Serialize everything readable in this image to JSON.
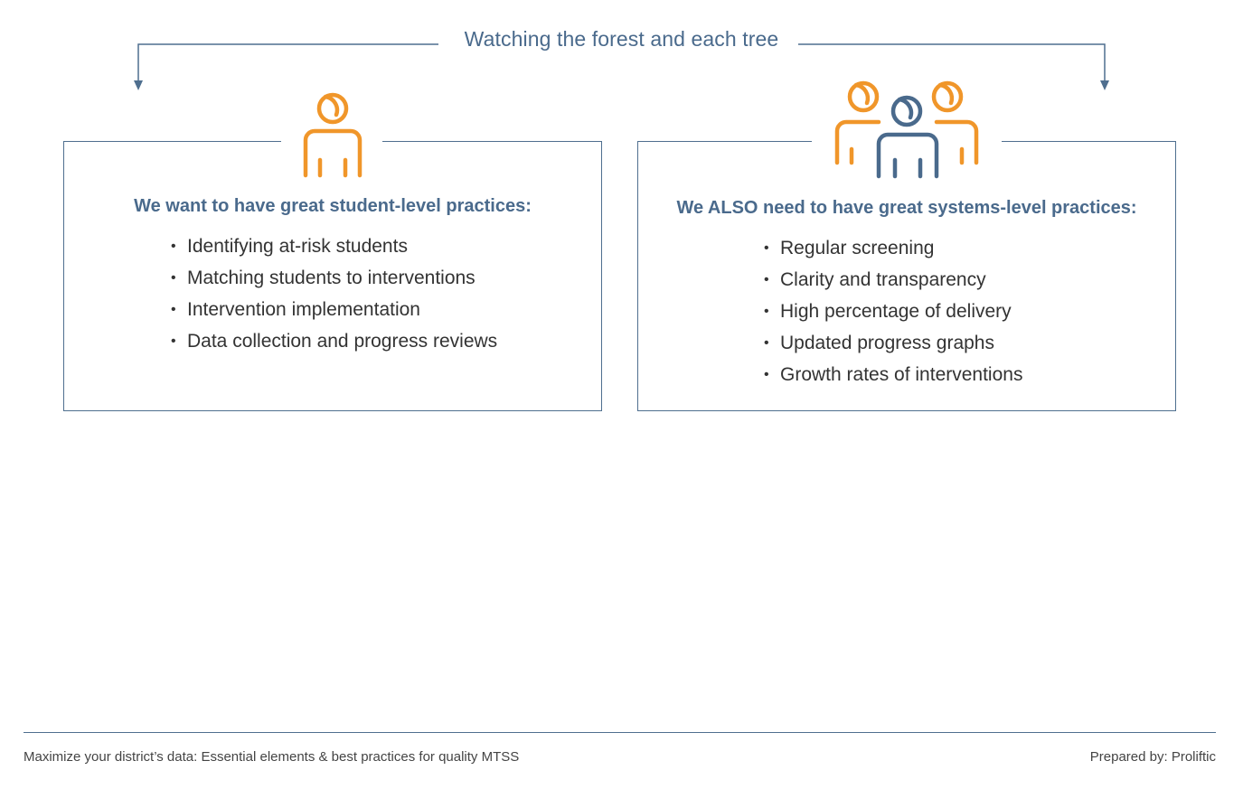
{
  "heading": "Watching the forest and each tree",
  "left_panel": {
    "icon": "person-icon",
    "title": "We want to have great student-level practices:",
    "items": [
      "Identifying at-risk students",
      "Matching students to interventions",
      "Intervention implementation",
      "Data collection and progress reviews"
    ]
  },
  "right_panel": {
    "icon": "group-icon",
    "title": "We ALSO need to have great systems-level practices:",
    "items": [
      "Regular screening",
      "Clarity and transparency",
      "High percentage of delivery",
      "Updated progress graphs",
      "Growth rates of interventions"
    ]
  },
  "footer": {
    "left": "Maximize your district’s data: Essential elements & best practices for quality MTSS",
    "right": "Prepared by: Proliftic"
  },
  "colors": {
    "accent_orange": "#f0962a",
    "accent_blue": "#4a6a8c",
    "border": "#4f6f8f"
  },
  "bullet_glyph": "•"
}
